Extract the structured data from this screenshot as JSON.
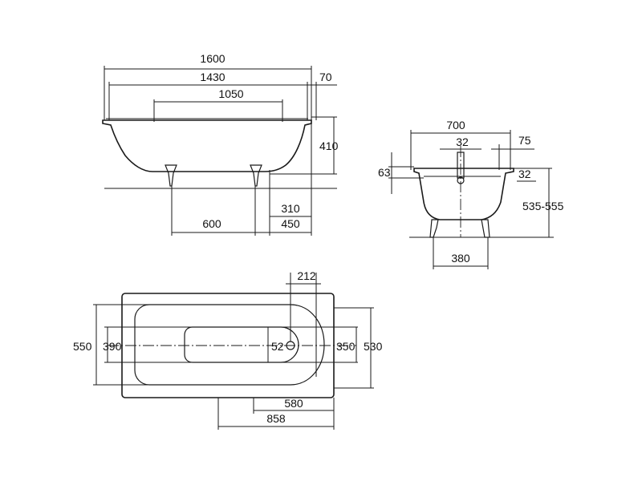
{
  "side_view": {
    "dims": {
      "overall_length": "1600",
      "inner_length": "1430",
      "rim_overhang": "70",
      "bottom_length": "1050",
      "height": "410",
      "foot_spacing": "600",
      "foot_to_end": "310",
      "drain_to_end": "450"
    }
  },
  "end_view": {
    "dims": {
      "width": "700",
      "overflow_width": "32",
      "rim_step": "75",
      "rim_depth": "63",
      "rim_thickness": "32",
      "total_height": "535-555",
      "foot_width": "380"
    }
  },
  "plan_view": {
    "dims": {
      "drain_offset": "212",
      "outer_width": "550",
      "inner_width": "390",
      "drain_diameter": "52",
      "basin_width": "350",
      "rim_width": "530",
      "drain_to_end": "580",
      "basin_length": "858"
    }
  }
}
